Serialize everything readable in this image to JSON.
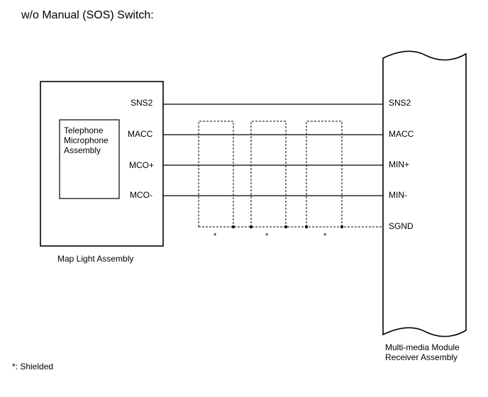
{
  "title": "w/o Manual (SOS) Switch:",
  "left_component": {
    "name": "Map Light Assembly",
    "inner_component_lines": [
      "Telephone",
      "Microphone",
      "Assembly"
    ],
    "pins": [
      "SNS2",
      "MACC",
      "MCO+",
      "MCO-"
    ]
  },
  "right_component": {
    "name_lines": [
      "Multi-media Module",
      "Receiver Assembly"
    ],
    "pins": [
      "SNS2",
      "MACC",
      "MIN+",
      "MIN-",
      "SGND"
    ]
  },
  "shield_marker": "*",
  "footnote": "*: Shielded"
}
